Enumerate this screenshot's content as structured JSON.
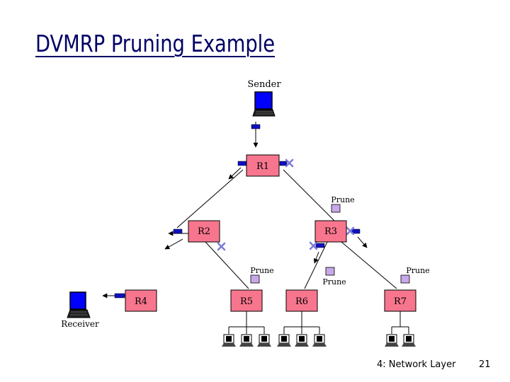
{
  "slide": {
    "title": "DVMRP Pruning Example",
    "footer_left": "4: Network Layer",
    "page_number": "21"
  },
  "diagram": {
    "routers": [
      {
        "id": "r1",
        "label": "R1"
      },
      {
        "id": "r2",
        "label": "R2"
      },
      {
        "id": "r3",
        "label": "R3"
      },
      {
        "id": "r4",
        "label": "R4"
      },
      {
        "id": "r5",
        "label": "R5"
      },
      {
        "id": "r6",
        "label": "R6"
      },
      {
        "id": "r7",
        "label": "R7"
      }
    ],
    "hosts": {
      "sender_label": "Sender",
      "receiver_label": "Receiver"
    },
    "prune_label": "Prune",
    "colors": {
      "router_fill": "#f7768e",
      "prune_fill": "#c8a8e8",
      "packet_fill": "#1010c0",
      "cross_color": "#7a7ad8",
      "title_color": "#000066"
    }
  }
}
